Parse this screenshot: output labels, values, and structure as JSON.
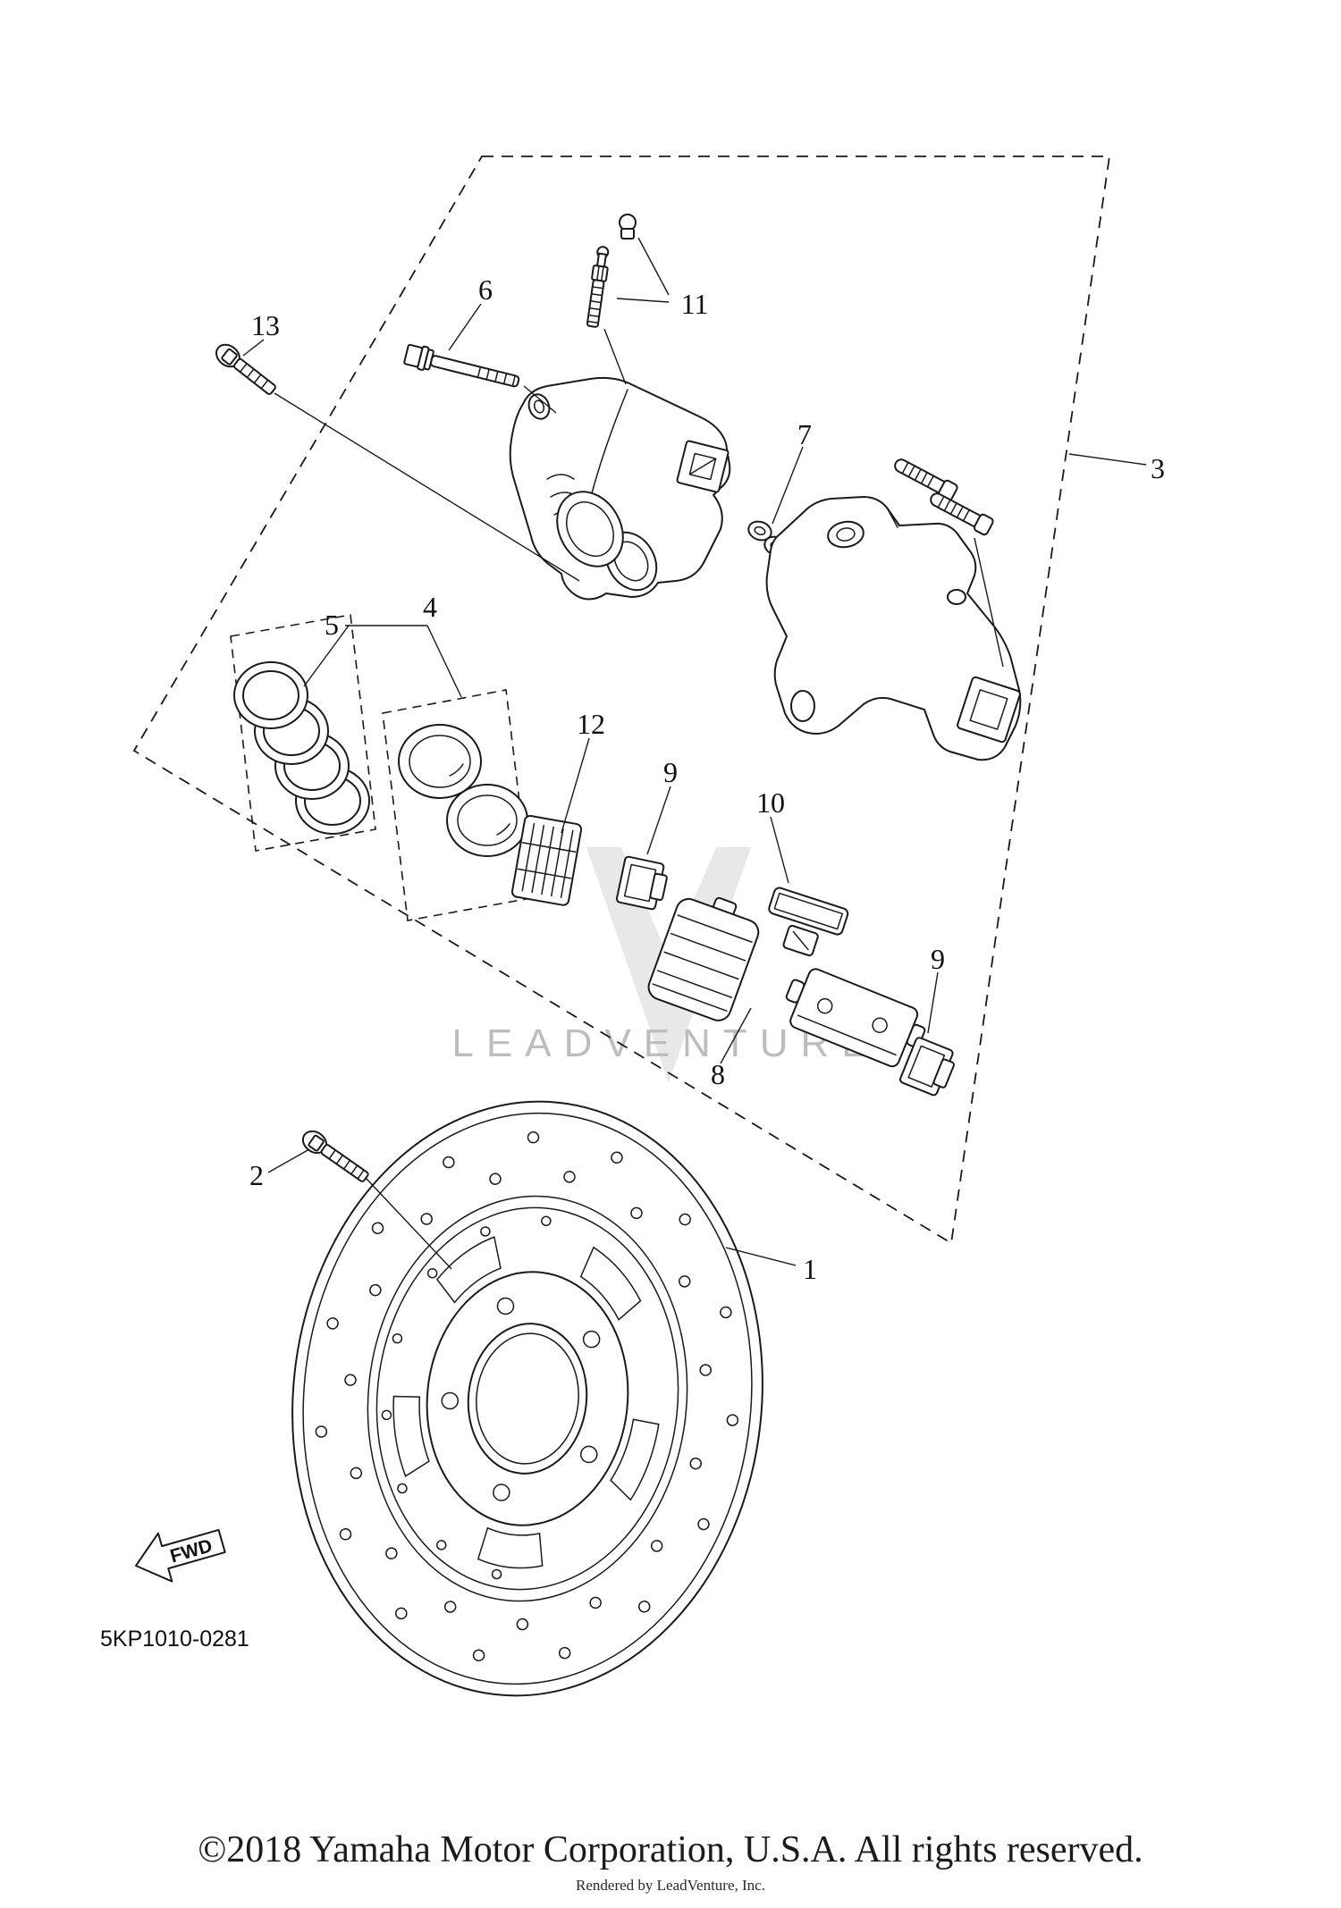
{
  "diagram": {
    "part_code": "5KP1010-0281",
    "fwd_label": "FWD",
    "watermark_text": "LEADVENTURE",
    "callouts": [
      {
        "label": "13"
      },
      {
        "label": "6"
      },
      {
        "label": "11"
      },
      {
        "label": "7"
      },
      {
        "label": "3"
      },
      {
        "label": "5"
      },
      {
        "label": "4"
      },
      {
        "label": "12"
      },
      {
        "label": "9"
      },
      {
        "label": "10"
      },
      {
        "label": "9"
      },
      {
        "label": "8"
      },
      {
        "label": "2"
      },
      {
        "label": "1"
      }
    ]
  },
  "footer": {
    "copyright": "©2018 Yamaha Motor Corporation, U.S.A. All rights reserved.",
    "rendered_by": "Rendered by LeadVenture, Inc."
  },
  "colors": {
    "background": "#ffffff",
    "line": "#1a1a1a",
    "watermark": "#bdbdbd"
  }
}
